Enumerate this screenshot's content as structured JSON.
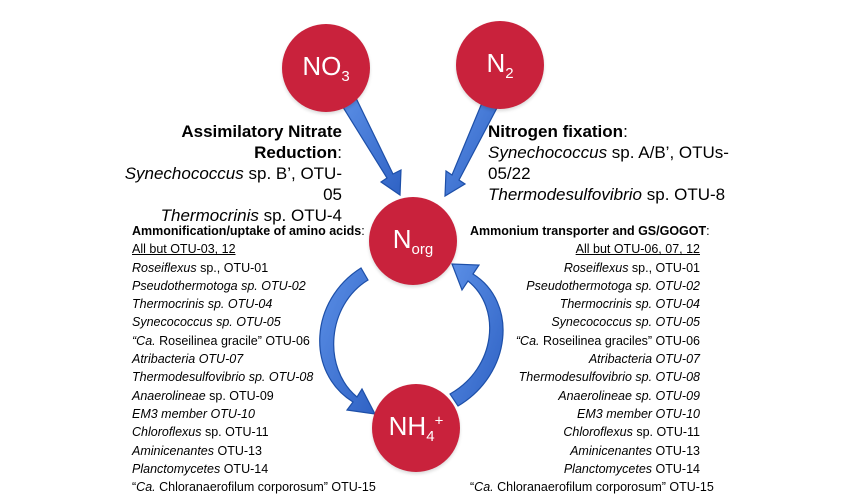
{
  "nodes": {
    "no3": {
      "base": "NO",
      "sub": "3"
    },
    "n2": {
      "base": "N",
      "sub": "2"
    },
    "norg": {
      "base": "N",
      "sub": "org"
    },
    "nh4": {
      "base": "NH",
      "sub": "4",
      "sup": "+"
    }
  },
  "assimilatory": {
    "title": "Assimilatory Nitrate Reduction",
    "colon": ":",
    "line1_italic": "Synechococcus",
    "line1_rest": " sp. B’, OTU-05",
    "line2_italic": "Thermocrinis",
    "line2_rest": " sp. OTU-4"
  },
  "fixation": {
    "title": "Nitrogen fixation",
    "colon": ":",
    "line1_italic": "Synechococcus",
    "line1_rest": " sp. A/B’, OTUs-05/22",
    "line2_italic": "Thermodesulfovibrio",
    "line2_rest": " sp. OTU-8"
  },
  "ammonification": {
    "title": "Ammonification/uptake of amino acids",
    "colon": ":",
    "all_but": "All but OTU-03, 12",
    "items": [
      {
        "it": "Roseiflexus",
        "rest": " sp., OTU-01"
      },
      {
        "it": "Pseudothermotoga sp. OTU-02",
        "rest": ""
      },
      {
        "it": "Thermocrinis sp. OTU-04",
        "rest": ""
      },
      {
        "it": "Synecococcus sp. OTU-05",
        "rest": ""
      },
      {
        "it": "“Ca.",
        "rest": " Roseilinea gracile” OTU-06"
      },
      {
        "it": "Atribacteria OTU-07",
        "rest": ""
      },
      {
        "it": "Thermodesulfovibrio sp. OTU-08",
        "rest": ""
      },
      {
        "it": "Anaerolineae",
        "rest": " sp. OTU-09"
      },
      {
        "it": "EM3 member OTU-10",
        "rest": ""
      },
      {
        "it": "Chloroflexus",
        "rest": " sp. OTU-11"
      },
      {
        "it": "Aminicenantes",
        "rest": " OTU-13"
      },
      {
        "it": "Planctomycetes",
        "rest": " OTU-14"
      },
      {
        "pre": "“",
        "it": "Ca.",
        "rest": " Chloranaerofilum corporosum” OTU-15"
      }
    ]
  },
  "ammonium": {
    "title": "Ammonium transporter and GS/GOGOT",
    "colon": ":",
    "all_but": "All but OTU-06, 07, 12",
    "items": [
      {
        "it": "Roseiflexus",
        "rest": " sp., OTU-01"
      },
      {
        "it": "Pseudothermotoga sp. OTU-02",
        "rest": ""
      },
      {
        "it": "Thermocrinis sp. OTU-04",
        "rest": ""
      },
      {
        "it": "Synecococcus sp. OTU-05",
        "rest": ""
      },
      {
        "it": "“Ca.",
        "rest": " Roseilinea graciles” OTU-06"
      },
      {
        "it": "Atribacteria OTU-07",
        "rest": ""
      },
      {
        "it": "Thermodesulfovibrio sp. OTU-08",
        "rest": ""
      },
      {
        "it": "Anaerolineae sp. OTU-09",
        "rest": ""
      },
      {
        "it": "EM3 member OTU-10",
        "rest": ""
      },
      {
        "it": "Chloroflexus",
        "rest": " sp. OTU-11"
      },
      {
        "it": "Aminicenantes",
        "rest": " OTU-13"
      },
      {
        "it": "Planctomycetes",
        "rest": " OTU-14"
      },
      {
        "pre": "“",
        "it": "Ca.",
        "rest": " Chloranaerofilum corporosum” OTU-15"
      }
    ]
  },
  "colors": {
    "node_fill": "#c9223c",
    "arrow_fill": "#3b74d6",
    "arrow_edge": "#1d4fa8"
  }
}
